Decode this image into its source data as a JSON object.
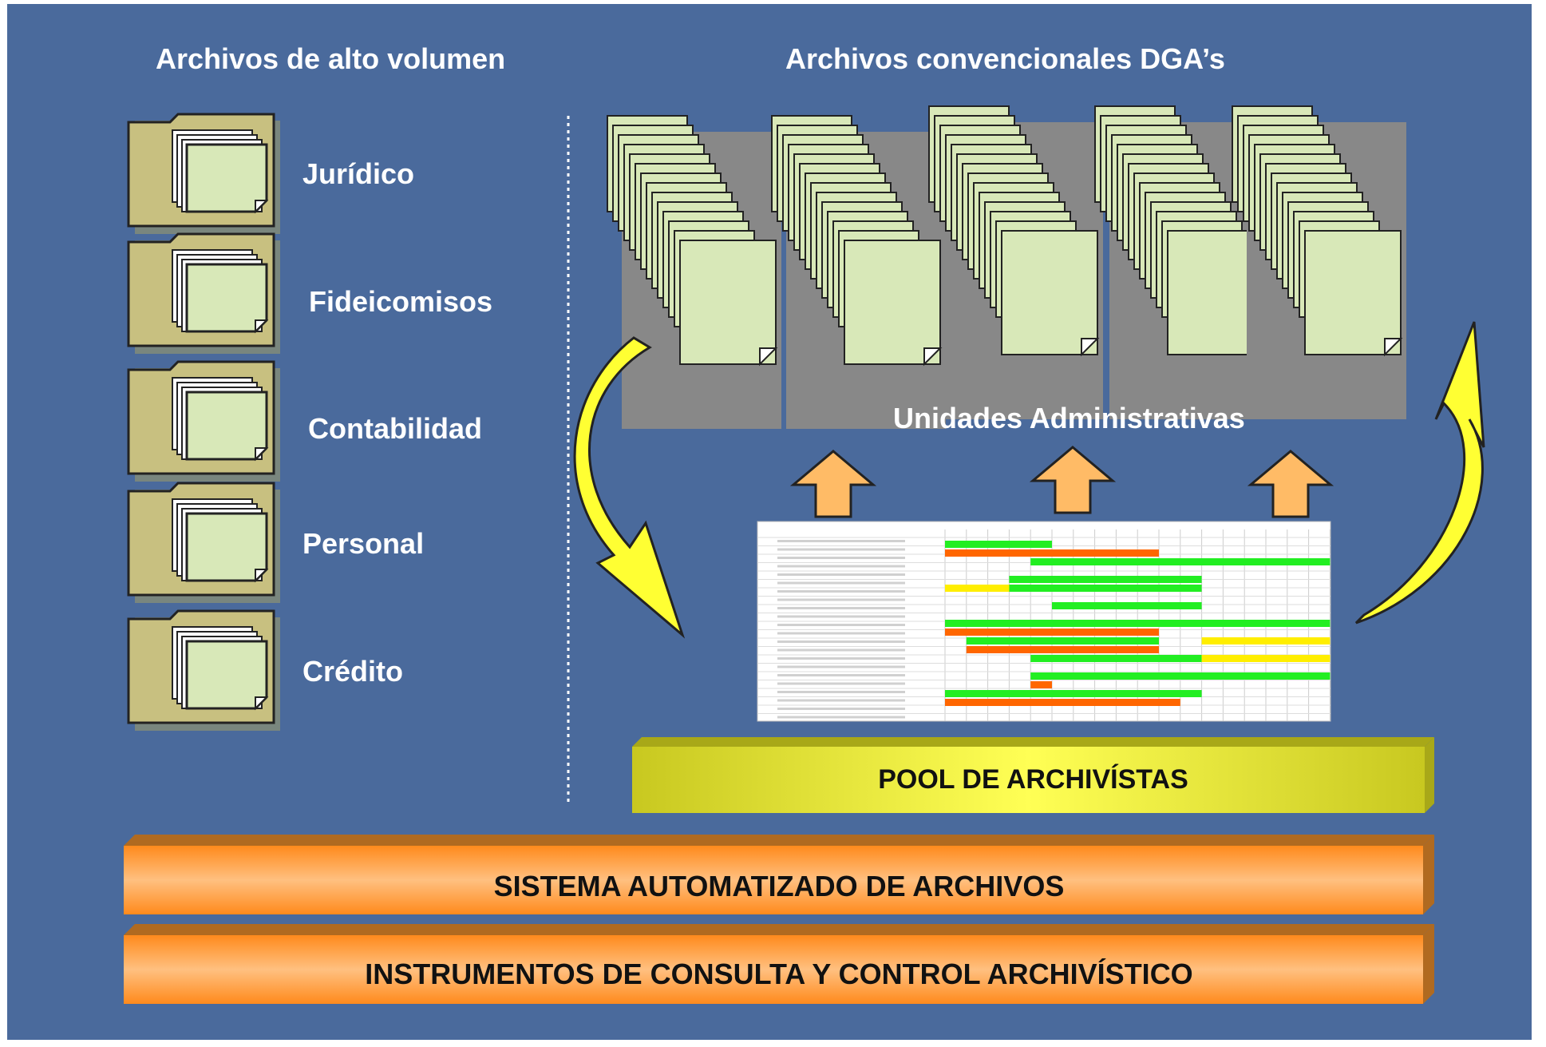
{
  "titles": {
    "left": "Archivos de alto volumen",
    "right": "Archivos convencionales DGA’s"
  },
  "folders": [
    {
      "label": "Jurídico"
    },
    {
      "label": "Fideicomisos"
    },
    {
      "label": "Contabilidad"
    },
    {
      "label": "Personal"
    },
    {
      "label": "Crédito"
    }
  ],
  "units_label": "Unidades Administrativas",
  "pool_label": "POOL DE ARCHIVÍSTAS",
  "system_label": "SISTEMA AUTOMATIZADO DE ARCHIVOS",
  "instruments_label": "INSTRUMENTOS DE CONSULTA Y CONTROL ARCHIVÍSTICO",
  "colors": {
    "background": "#4a6a9c",
    "paper": "#d8e8b8",
    "folder": "#c8c080",
    "arrow_yellow": "#ffff33",
    "arrow_orange": "#ffbb66",
    "bar_orange": "#ff9933",
    "pool_yellow": "#e8e830",
    "gantt_green": "#22ee22",
    "gantt_orange": "#ff6600",
    "gantt_yellow": "#ffee00"
  }
}
